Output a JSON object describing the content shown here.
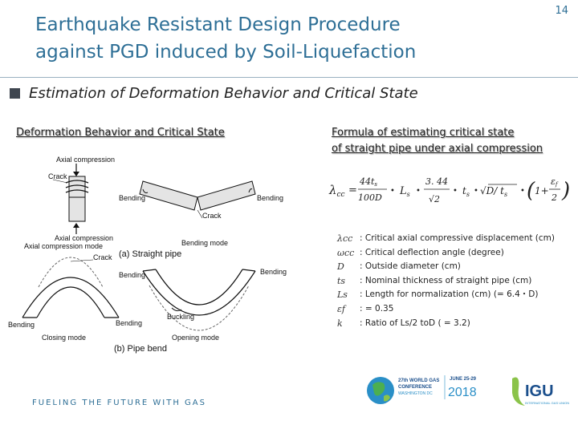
{
  "slide": {
    "title_line1": "Earthquake Resistant Design Procedure",
    "title_line2": "against PGD induced by Soil-Liquefaction",
    "page_number": "14",
    "subtitle": "Estimation of Deformation Behavior and Critical State"
  },
  "left": {
    "heading": "Deformation Behavior and Critical State",
    "figure": {
      "axial_compression_top": "Axial compression",
      "crack_top": "Crack",
      "bending_left": "Bending",
      "bending_right": "Bending",
      "crack_mid": "Crack",
      "axial_compression_bottom": "Axial compression",
      "axial_mode": "Axial compression mode",
      "bending_mode": "Bending mode",
      "caption_a": "(a) Straight pipe",
      "crack_b": "Crack",
      "bending_b1": "Bending",
      "bending_b2": "Bending",
      "buckling": "Buckling",
      "bending_b3": "Bending",
      "bending_b4": "Bending",
      "closing_mode": "Closing mode",
      "opening_mode": "Opening mode",
      "caption_b": "(b) Pipe bend"
    }
  },
  "right": {
    "heading_line1": "Formula of estimating critical state",
    "heading_line2": "of straight pipe under axial compression",
    "formula": {
      "lhs": "λ",
      "lhs_sub": "cc",
      "eq": "=",
      "frac1_num": "44t",
      "frac1_num_sub": "s",
      "frac1_den": "100D",
      "dot": "•",
      "ls": "L",
      "ls_sub": "s",
      "frac2_num": "3. 44",
      "frac2_den": "√2",
      "ts": "t",
      "ts_sub": "s",
      "sqrt_body": "√D/ t",
      "sqrt_sub": "s",
      "paren_open": "(",
      "one_plus": "1+",
      "frac3_num": "ε",
      "frac3_num_sub": "f",
      "frac3_den": "2",
      "paren_close": ")"
    },
    "definitions": [
      {
        "symbol": "λcc",
        "text": ": Critical axial compressive displacement (cm)"
      },
      {
        "symbol": "ωcc",
        "text": ": Critical deflection angle (degree)"
      },
      {
        "symbol": "D",
        "text": "  : Outside diameter (cm)"
      },
      {
        "symbol": "ts",
        "text": ": Nominal thickness of straight pipe (cm)"
      },
      {
        "symbol": "Ls",
        "text": ": Length for normalization (cm) (= 6.4・D)"
      },
      {
        "symbol": "εf",
        "text": ": = 0.35"
      },
      {
        "symbol": "k",
        "text": ": Ratio of Ls/2 toD ( = 3.2)"
      }
    ]
  },
  "footer": {
    "tagline": "FUELING THE FUTURE WITH GAS",
    "wgc_line1": "27th WORLD GAS",
    "wgc_line2": "CONFERENCE",
    "wgc_line3": "WASHINGTON DC",
    "wgc_dates": "JUNE 25-29",
    "wgc_year": "2018",
    "igu_name": "IGU",
    "igu_sub": "INTERNATIONAL GAS UNION"
  },
  "colors": {
    "title": "#2e6f96",
    "bullet": "#3f4650",
    "igu_blue": "#1b4f8c"
  }
}
